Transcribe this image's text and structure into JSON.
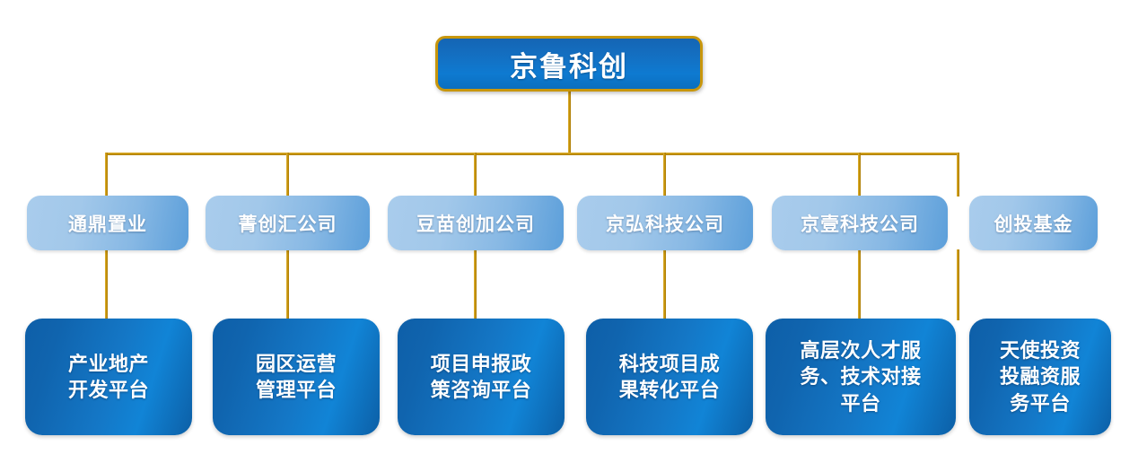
{
  "diagram": {
    "title": "京鲁科创组织架构图",
    "type": "org-chart",
    "colors": {
      "connector_gold": "#C8960C",
      "root_blue": "#0E7AD1",
      "mid_light_blue": "#A2C8EA",
      "bottom_blue": "#1477C6",
      "text_white": "#FFFFFF",
      "background": "#FFFFFF"
    },
    "root": {
      "label": "京鲁科创"
    },
    "columns": [
      {
        "company": "通鼎置业",
        "platform": "产业地产\n开发平台"
      },
      {
        "company": "菁创汇公司",
        "platform": "园区运营\n管理平台"
      },
      {
        "company": "豆苗创加公司",
        "platform": "项目申报政\n策咨询平台"
      },
      {
        "company": "京弘科技公司",
        "platform": "科技项目成\n果转化平台"
      },
      {
        "company": "京壹科技公司",
        "platform": "高层次人才服\n务、技术对接\n平台"
      },
      {
        "company": "创投基金",
        "platform": "天使投资\n投融资服\n务平台"
      }
    ]
  }
}
